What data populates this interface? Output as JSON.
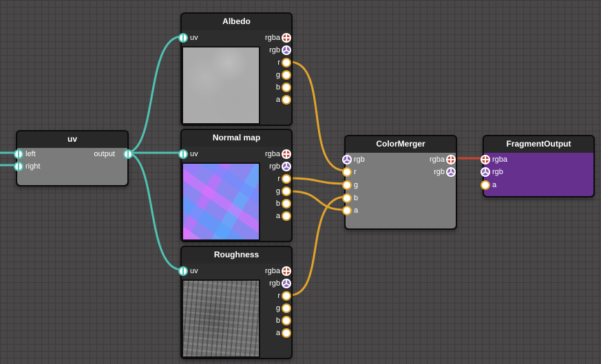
{
  "colors": {
    "canvas_bg": "#4a4749",
    "grid_line": "#3e3b3d",
    "node_header": "#282828",
    "node_body_grey": "#7b7b7b",
    "node_body_purple": "#66308f",
    "wire_teal": "#4fc2b2",
    "wire_yellow": "#e0a42a",
    "wire_red": "#c8452e"
  },
  "nodes": {
    "uv": {
      "title": "uv",
      "inputs": [
        "left",
        "right"
      ],
      "output": "output"
    },
    "albedo": {
      "title": "Albedo",
      "input": "uv",
      "outputs": [
        "rgba",
        "rgb",
        "r",
        "g",
        "b",
        "a"
      ]
    },
    "normal_map": {
      "title": "Normal map",
      "input": "uv",
      "outputs": [
        "rgba",
        "rgb",
        "r",
        "g",
        "b",
        "a"
      ]
    },
    "roughness": {
      "title": "Roughness",
      "input": "uv",
      "outputs": [
        "rgba",
        "rgb",
        "r",
        "g",
        "b",
        "a"
      ]
    },
    "color_merger": {
      "title": "ColorMerger",
      "inputs": [
        "rgb",
        "r",
        "g",
        "b",
        "a"
      ],
      "outputs": [
        "rgba",
        "rgb"
      ]
    },
    "fragment_output": {
      "title": "FragmentOutput",
      "inputs": [
        "rgba",
        "rgb",
        "a"
      ]
    }
  }
}
